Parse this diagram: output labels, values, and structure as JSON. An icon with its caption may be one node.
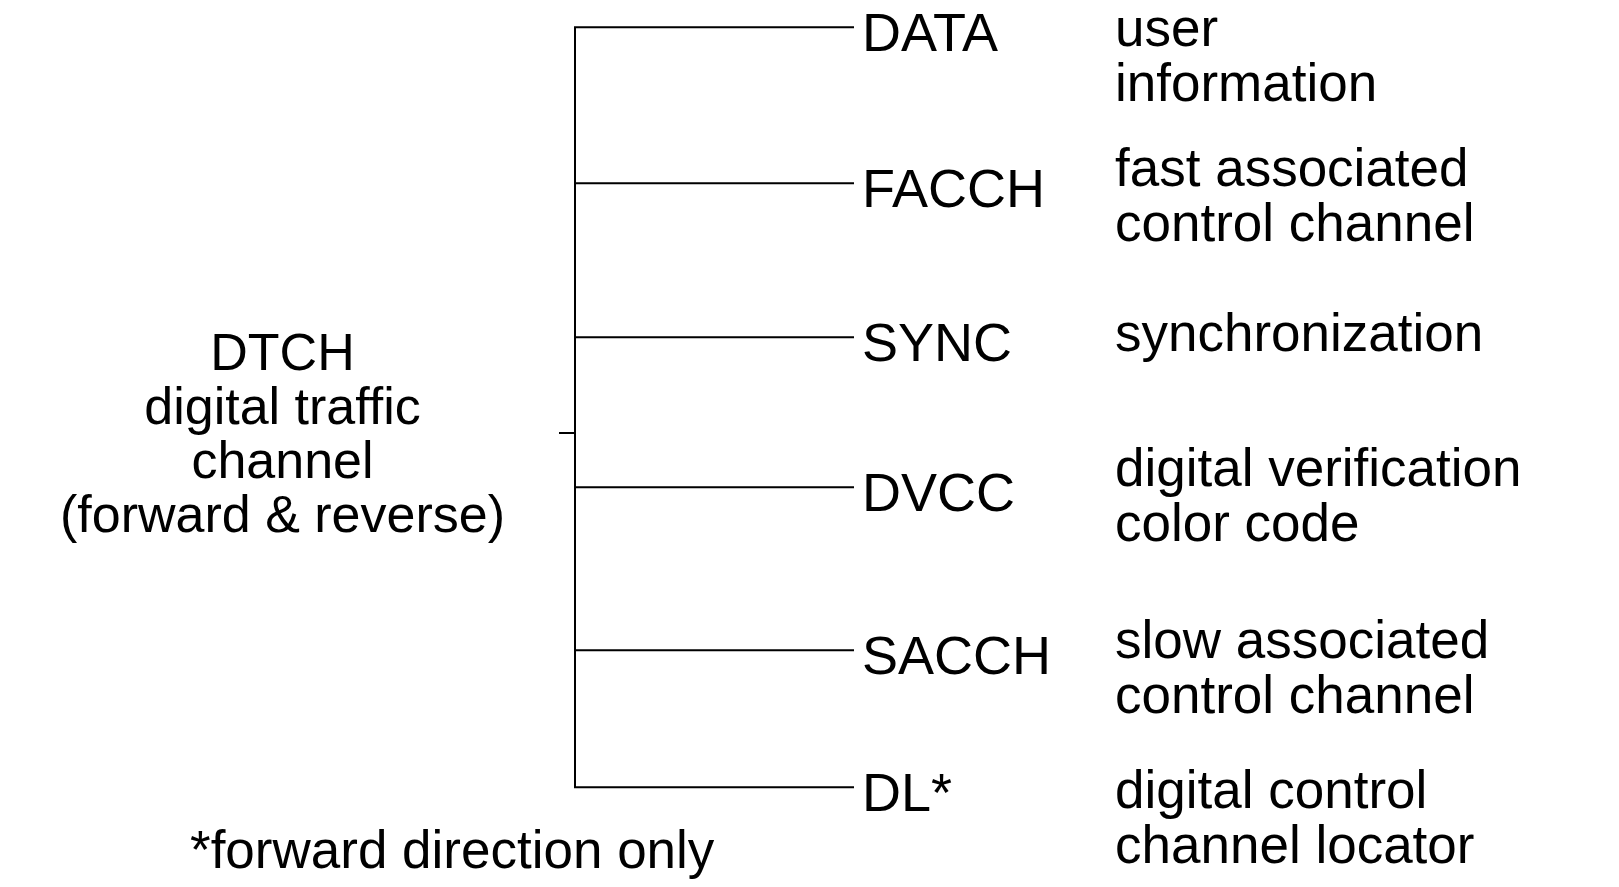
{
  "diagram": {
    "nodes": [
      {
        "text": [
          "DTCH",
          "digital traffic channel",
          "(forward & reverse)"
        ]
      },
      {
        "text": [
          "DATA"
        ],
        "beside": [
          "user information"
        ]
      },
      {
        "text": [
          "FACCH"
        ],
        "beside": [
          "fast associated control channel"
        ]
      },
      {
        "text": [
          "SYNC"
        ],
        "beside": [
          "synchronization"
        ]
      },
      {
        "text": [
          "DVCC"
        ],
        "beside": [
          "digital verification color code"
        ]
      },
      {
        "text": [
          "SACCH"
        ],
        "beside": [
          "slow associated control channel"
        ]
      },
      {
        "text": [
          "DL*"
        ],
        "beside": [
          "digital control channel locator"
        ]
      }
    ],
    "edges": [
      {
        "from": 0,
        "to": 1,
        "arrow": "none"
      },
      {
        "from": 0,
        "to": 2,
        "arrow": "none"
      },
      {
        "from": 0,
        "to": 3,
        "arrow": "none"
      },
      {
        "from": 0,
        "to": 4,
        "arrow": "none"
      },
      {
        "from": 0,
        "to": 5,
        "arrow": "none"
      },
      {
        "from": 0,
        "to": 6,
        "arrow": "none"
      }
    ],
    "labels": [
      "*forward direction only"
    ]
  }
}
